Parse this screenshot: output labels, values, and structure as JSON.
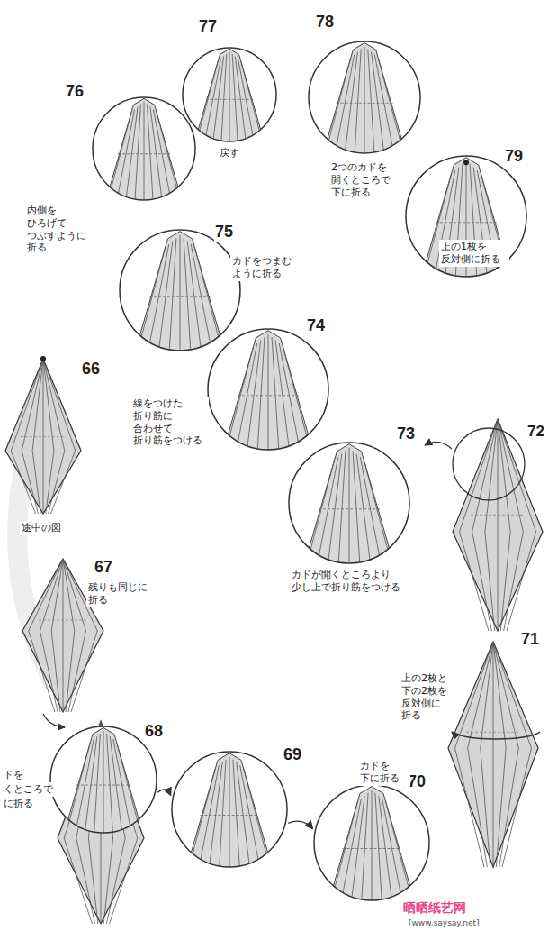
{
  "diagram": {
    "nodes": [
      {
        "text": [
          "68"
        ]
      },
      {
        "text": [
          "69"
        ]
      },
      {
        "text": [
          "70",
          "カドを 下に折る"
        ]
      },
      {
        "text": [
          "73",
          "カドが開くところより 少し上で折り筋をつける"
        ]
      },
      {
        "text": [
          "74",
          "線をつけた 折り筋に 合わせて 折り筋をつける"
        ]
      },
      {
        "text": [
          "75",
          "カドをつまむ ように折る"
        ]
      },
      {
        "text": [
          "76",
          "内側を ひろげて つぶすように 折る"
        ]
      },
      {
        "text": [
          "77",
          "戻す"
        ]
      },
      {
        "text": [
          "78",
          "2つのカドを 開くところで 下に折る"
        ]
      },
      {
        "text": [
          "79",
          "上の1枚を 反対側に折る"
        ]
      }
    ],
    "edges": [
      {
        "from": 0,
        "to": 1,
        "arrow": "to"
      },
      {
        "from": 1,
        "to": 2,
        "arrow": "to"
      }
    ],
    "labels": [
      "66",
      "途中の図",
      "67",
      "残りも同じに 折る",
      "ドを",
      "くところで",
      "に折る",
      "71",
      "上の2枚と 下の2枚を 反対側に 折る",
      "72",
      "晒晒纸艺网",
      "[www.saysay.net]"
    ]
  }
}
